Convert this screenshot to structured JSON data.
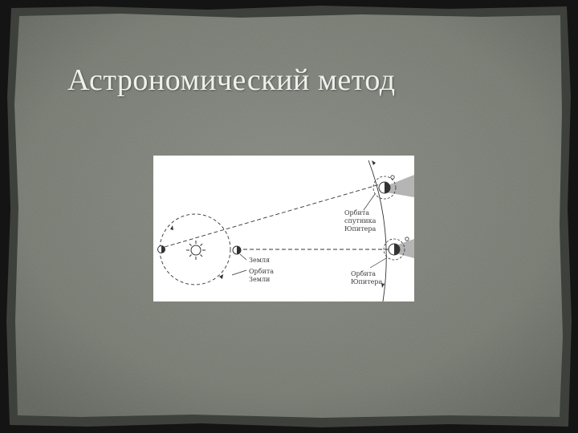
{
  "slide": {
    "title": "Астрономический метод"
  },
  "diagram": {
    "labels": {
      "earth": "Земля",
      "earth_orbit_line1": "Орбита",
      "earth_orbit_line2": "Земли",
      "satellite_orbit_line1": "Орбита",
      "satellite_orbit_line2": "спутника",
      "satellite_orbit_line3": "Юпитера",
      "jupiter_orbit_line1": "Орбита",
      "jupiter_orbit_line2": "Юпитера"
    }
  },
  "colors": {
    "slide_background": "#7a7d75",
    "frame_border": "#141414",
    "title_text": "#f0f0ec",
    "diagram_background": "#ffffff",
    "diagram_ink": "#333333",
    "jupiter_shadow": "#b5b5b5"
  }
}
